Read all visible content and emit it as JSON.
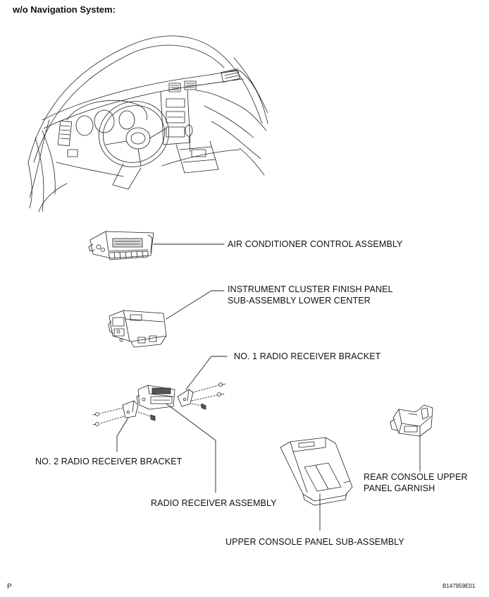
{
  "heading": "w/o Navigation System:",
  "labels": {
    "air_conditioner": "AIR CONDITIONER CONTROL ASSEMBLY",
    "instrument_cluster_line1": "INSTRUMENT CLUSTER FINISH PANEL",
    "instrument_cluster_line2": "SUB-ASSEMBLY LOWER CENTER",
    "no1_bracket": "NO. 1 RADIO RECEIVER BRACKET",
    "no2_bracket": "NO. 2 RADIO RECEIVER BRACKET",
    "radio_receiver": "RADIO RECEIVER ASSEMBLY",
    "rear_console_line1": "REAR CONSOLE UPPER",
    "rear_console_line2": "PANEL GARNISH",
    "upper_console": "UPPER CONSOLE PANEL SUB-ASSEMBLY"
  },
  "footer": {
    "corner_mark": "P",
    "figure_code": "B147959E01"
  }
}
